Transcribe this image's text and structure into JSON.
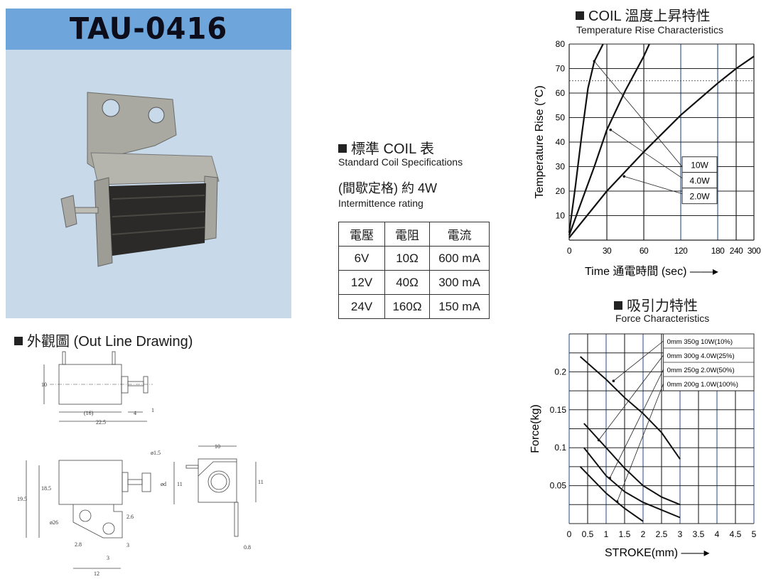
{
  "header": {
    "title": "TAU-0416"
  },
  "outline": {
    "heading": "外觀圖 (Out Line Drawing)",
    "dims": {
      "d10": "10",
      "d16": "(16)",
      "d4": "4",
      "d1": "1",
      "d22_5": "22.5",
      "d19_5": "19.5",
      "d18_5": "18.5",
      "phi1_5": "ø1.5",
      "phid": "ød",
      "d11a": "11",
      "phi26": "ø26",
      "d2_6": "2.6",
      "d2_8": "2.8",
      "d3a": "3",
      "d3b": "3",
      "d12": "12",
      "d10b": "10",
      "d11b": "11",
      "d0_8": "0.8"
    }
  },
  "coil_spec": {
    "heading": "標準 COIL 表",
    "subheading": "Standard Coil Specifications",
    "rating_label": "(間歇定格) 約 4W",
    "rating_sub": "Intermittence rating",
    "columns": [
      "電壓",
      "電阻",
      "電流"
    ],
    "rows": [
      [
        "6V",
        "10Ω",
        "600 mA"
      ],
      [
        "12V",
        "40Ω",
        "300 mA"
      ],
      [
        "24V",
        "160Ω",
        "150 mA"
      ]
    ]
  },
  "chart_data": [
    {
      "type": "line",
      "title": "COIL 溫度上昇特性",
      "subtitle": "Temperature Rise Characteristics",
      "xlabel": "Time 通電時間 (sec) ——▸",
      "ylabel": "Temperature Rise (°C)",
      "x_ticks": [
        0,
        30,
        60,
        120,
        180,
        240,
        300
      ],
      "y_ticks": [
        10,
        20,
        30,
        40,
        50,
        60,
        70,
        80
      ],
      "xlim": [
        0,
        300
      ],
      "ylim": [
        0,
        80
      ],
      "reference_line_y": 65,
      "grid": true,
      "series": [
        {
          "name": "10W",
          "x": [
            0,
            5,
            10,
            15,
            20,
            27
          ],
          "y": [
            3,
            22,
            43,
            62,
            73,
            80
          ],
          "marker": [
            20,
            73
          ]
        },
        {
          "name": "4.0W",
          "x": [
            0,
            10,
            20,
            30,
            45,
            60,
            69
          ],
          "y": [
            2,
            16,
            30,
            45,
            61,
            75,
            80
          ],
          "marker": [
            33,
            45
          ]
        },
        {
          "name": "2.0W",
          "x": [
            0,
            30,
            60,
            120,
            180,
            240,
            300
          ],
          "y": [
            1,
            20,
            36,
            51,
            64,
            70,
            75
          ],
          "marker": [
            44,
            26
          ]
        }
      ]
    },
    {
      "type": "line",
      "title": "吸引力特性",
      "subtitle": "Force Characteristics",
      "xlabel": "STROKE(mm) ——▸",
      "ylabel": "Force(kg)",
      "x_ticks": [
        0,
        0.5,
        1,
        1.5,
        2,
        2.5,
        3,
        3.5,
        4,
        4.5,
        5
      ],
      "x_tick_labels": [
        "0",
        "0.5",
        "1",
        "1.5",
        "2",
        "2.5",
        "3",
        "3.5",
        "4",
        "4.5",
        "5"
      ],
      "y_ticks": [
        0.05,
        0.1,
        0.15,
        0.2
      ],
      "y_tick_labels": [
        "0.05",
        "0.1",
        "0.15",
        "0.2"
      ],
      "xlim": [
        0,
        5
      ],
      "ylim": [
        0,
        0.25
      ],
      "grid": true,
      "legend": "top-right",
      "series": [
        {
          "name": "0mm 350g 10W(10%)",
          "x": [
            0.3,
            1,
            1.5,
            2,
            2.5,
            3
          ],
          "y": [
            0.22,
            0.19,
            0.166,
            0.145,
            0.12,
            0.085
          ],
          "marker": [
            1.2,
            0.188
          ]
        },
        {
          "name": "0mm 300g 4.0W(25%)",
          "x": [
            0.4,
            1,
            1.5,
            2,
            2.5,
            3
          ],
          "y": [
            0.132,
            0.1,
            0.073,
            0.05,
            0.035,
            0.025
          ],
          "marker": [
            0.8,
            0.11
          ]
        },
        {
          "name": "0mm 250g 2.0W(50%)",
          "x": [
            0.4,
            1,
            1.5,
            2,
            2.5,
            3
          ],
          "y": [
            0.1,
            0.063,
            0.042,
            0.028,
            0.018,
            0.008
          ],
          "marker": [
            1.1,
            0.06
          ]
        },
        {
          "name": "0mm 200g 1.0W(100%)",
          "x": [
            0.3,
            1,
            1.5,
            2
          ],
          "y": [
            0.075,
            0.04,
            0.02,
            0.003
          ],
          "marker": [
            1.3,
            0.029
          ]
        }
      ]
    }
  ]
}
